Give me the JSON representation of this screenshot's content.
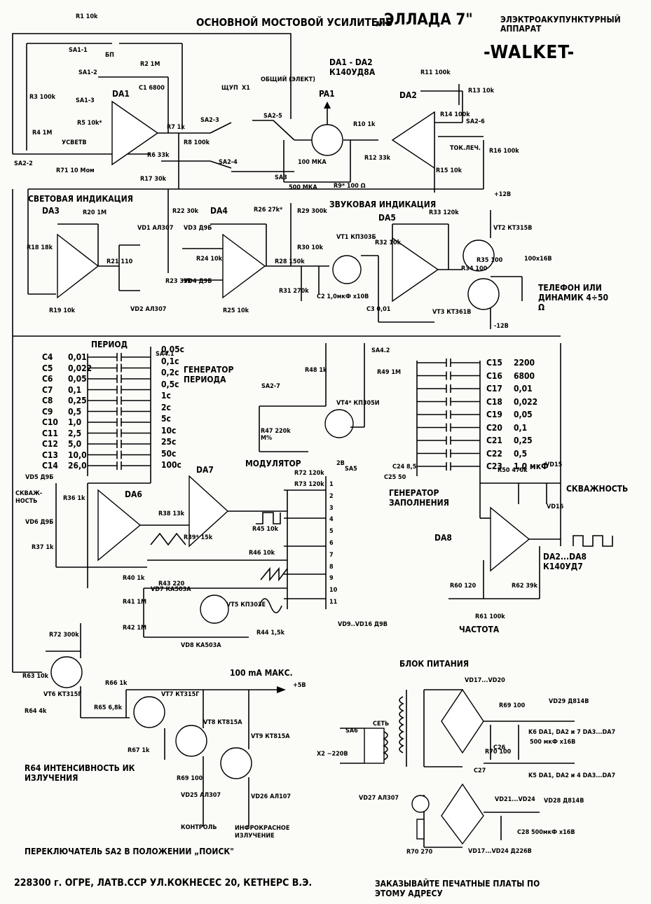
{
  "header": {
    "subtitle": "ОСНОВНОЙ МОСТОВОЙ УСИЛИТЕЛЬ",
    "title": "„ЭЛЛАДА 7\"",
    "device_type": "ЭЛЭКТРОАКУПУНКТУРНЫЙ АППАРАТ",
    "model": "-WALKET-"
  },
  "sections": {
    "light_indication": "СВЕТОВАЯ ИНДИКАЦИЯ",
    "sound_indication": "ЗВУКОВАЯ ИНДИКАЦИЯ",
    "period": "ПЕРИОД",
    "period_generator": "ГЕНЕРАТОР ПЕРИОДА",
    "modulator": "МОДУЛЯТОР",
    "fill_generator": "ГЕНЕРАТОР ЗАПОЛНЕНИЯ",
    "duty": "СКВАЖНОСТЬ",
    "duty2": "СКВАЖ-НОСТЬ",
    "frequency": "ЧАСТОТА",
    "power_supply": "БЛОК ПИТАНИЯ",
    "phone": "ТЕЛЕФОН ИЛИ ДИНАМИК 4÷50 Ω",
    "ir_intensity": "R64 ИНТЕНСИВНОСТЬ ИК ИЗЛУЧЕНИЯ",
    "control": "КОНТРОЛЬ",
    "ir_emission": "ИНФРОКРАСНОЕ ИЗЛУЧЕНИЕ",
    "max_current": "100 mA МАКС.",
    "switch_note": "ПЕРЕКЛЮЧАТЕЛЬ SA2 В ПОЛОЖЕНИИ „ПОИСК\"",
    "net": "СЕТЬ"
  },
  "footer": {
    "address": "228300 г. ОГРЕ, ЛАТВ.ССР УЛ.КОКНЕСЕС 20, КЕТНЕРС В.Э.",
    "order_note": "ЗАКАЗЫВАЙТЕ ПЕЧАТНЫЕ ПЛАТЫ ПО ЭТОМУ АДРЕСУ"
  },
  "chips": {
    "da_top": "DA1 - DA2 К140УД8А",
    "da_all": "DA2...DA8 К140УД7",
    "da1": "DA1",
    "da2": "DA2",
    "da3": "DA3",
    "da4": "DA4",
    "da5": "DA5",
    "da6": "DA6",
    "da7": "DA7",
    "da8": "DA8",
    "pa1": "PA1",
    "pa1_scale": "100 МКА"
  },
  "period_caps": [
    {
      "ref": "C4",
      "val": "0,01"
    },
    {
      "ref": "C5",
      "val": "0,022"
    },
    {
      "ref": "C6",
      "val": "0,05"
    },
    {
      "ref": "C7",
      "val": "0,1"
    },
    {
      "ref": "C8",
      "val": "0,25"
    },
    {
      "ref": "C9",
      "val": "0,5"
    },
    {
      "ref": "C10",
      "val": "1,0"
    },
    {
      "ref": "C11",
      "val": "2,5"
    },
    {
      "ref": "C12",
      "val": "5,0"
    },
    {
      "ref": "C13",
      "val": "10,0"
    },
    {
      "ref": "C14",
      "val": "26,0"
    }
  ],
  "period_steps": [
    "0,05с",
    "0,1с",
    "0,2с",
    "0,5с",
    "1с",
    "2с",
    "5с",
    "10с",
    "25с",
    "50с",
    "100с"
  ],
  "fill_caps": [
    {
      "ref": "C15",
      "val": "2200"
    },
    {
      "ref": "C16",
      "val": "6800"
    },
    {
      "ref": "C17",
      "val": "0,01"
    },
    {
      "ref": "C18",
      "val": "0,022"
    },
    {
      "ref": "C19",
      "val": "0,05"
    },
    {
      "ref": "C20",
      "val": "0,1"
    },
    {
      "ref": "C21",
      "val": "0,25"
    },
    {
      "ref": "C22",
      "val": "0,5"
    },
    {
      "ref": "C23",
      "val": "1,0 мкФ"
    }
  ],
  "sa5_positions": [
    "1",
    "2",
    "3",
    "4",
    "5",
    "6",
    "7",
    "8",
    "9",
    "10",
    "11"
  ],
  "labels": [
    "R1 10k",
    "SA1-1",
    "БП",
    "SA1-2",
    "R2 1M",
    "C1 6800",
    "R3 100k",
    "SA1-3",
    "R5 10k*",
    "R4 1M",
    "УСВЕТВ",
    "R6 33k",
    "R7 1k",
    "R8 100k",
    "SA2-2",
    "R71 10 Мом",
    "R17 30k",
    "SA2-3",
    "SA2-4",
    "SA2-5",
    "ЩУП",
    "X1",
    "ОБЩИЙ (ЭЛЕКТ)",
    "SA3",
    "R9* 100 Ω",
    "500 МКА",
    "R10 1k",
    "R11 100k",
    "R12 33k",
    "R13 10k",
    "R14 100k",
    "SA2-6",
    "ТОК.ЛЕЧ.",
    "R15 10k",
    "R16 100k",
    "R18 18k",
    "R20 1M",
    "VD1 АЛ307",
    "VD2 АЛ307",
    "R21 110",
    "R19 10k",
    "R22 30k",
    "VD3 Д9Б",
    "VD4 Д9Б",
    "R23 33k",
    "R24 10k",
    "R25 10k",
    "R26 27k*",
    "R29 300k",
    "R30 10k",
    "R28 150k",
    "R31 270k",
    "C2 1,0мкФ x10B",
    "VT1 КП303Б",
    "R32 10k",
    "R33 120k",
    "C3 0,01",
    "VT2 КТ315В",
    "VT3 КТ361В",
    "R34 100",
    "R35 100",
    "100x16B",
    "+12В",
    "-12В",
    "VD5 Д9Б",
    "VD6 Д9Б",
    "R36 1k",
    "R37 1k",
    "R38 13k",
    "R39* 15k",
    "R40 1k",
    "R41 1M",
    "R42 1M",
    "R43 220",
    "VD7 КА503А",
    "VD8 КА503А",
    "VT5 КП303Е",
    "R44 1,5k",
    "R45 10k",
    "R46 10k",
    "R72 120k",
    "R73 120k",
    "SA4.1",
    "SA4.2",
    "R48 1k",
    "R47 220k",
    "M%",
    "SA2-7",
    "VT4* КП305И",
    "R49 1M",
    "2В",
    "SA5",
    "VD9..VD16 Д9В",
    "C24 8,5",
    "C25 50",
    "R50 470k",
    "VD15",
    "VD16",
    "R60 120",
    "R61 100k",
    "R62 39k",
    "R63 10k",
    "VT6 КТ315Г",
    "R72 300k",
    "R64 4k",
    "R65 6,8k",
    "R66 1k",
    "R67 1k",
    "VT7 КТ315Г",
    "VT8 КТ815А",
    "VT9 КТ815А",
    "R69 100",
    "VD25 АЛ307",
    "VD26 АЛ107",
    "+5В",
    "X2 ~220В",
    "SA6",
    "VD17...VD20",
    "R69 100",
    "VD29 Д814В",
    "K6 DA1, DA2 и 7 DA3...DA7",
    "500 мкФ x16В",
    "R70 100",
    "C26",
    "C27",
    "K5 DA1, DA2 и 4 DA3...DA7",
    "VD21...VD24",
    "VD28 Д814В",
    "C28 500мкФ x16В",
    "VD27 АЛ307",
    "R70 270",
    "VD17...VD24 Д226В"
  ],
  "waveforms": {
    "square": "square",
    "triangle": "triangle",
    "sawtooth": "sawtooth",
    "sine": "sine"
  }
}
